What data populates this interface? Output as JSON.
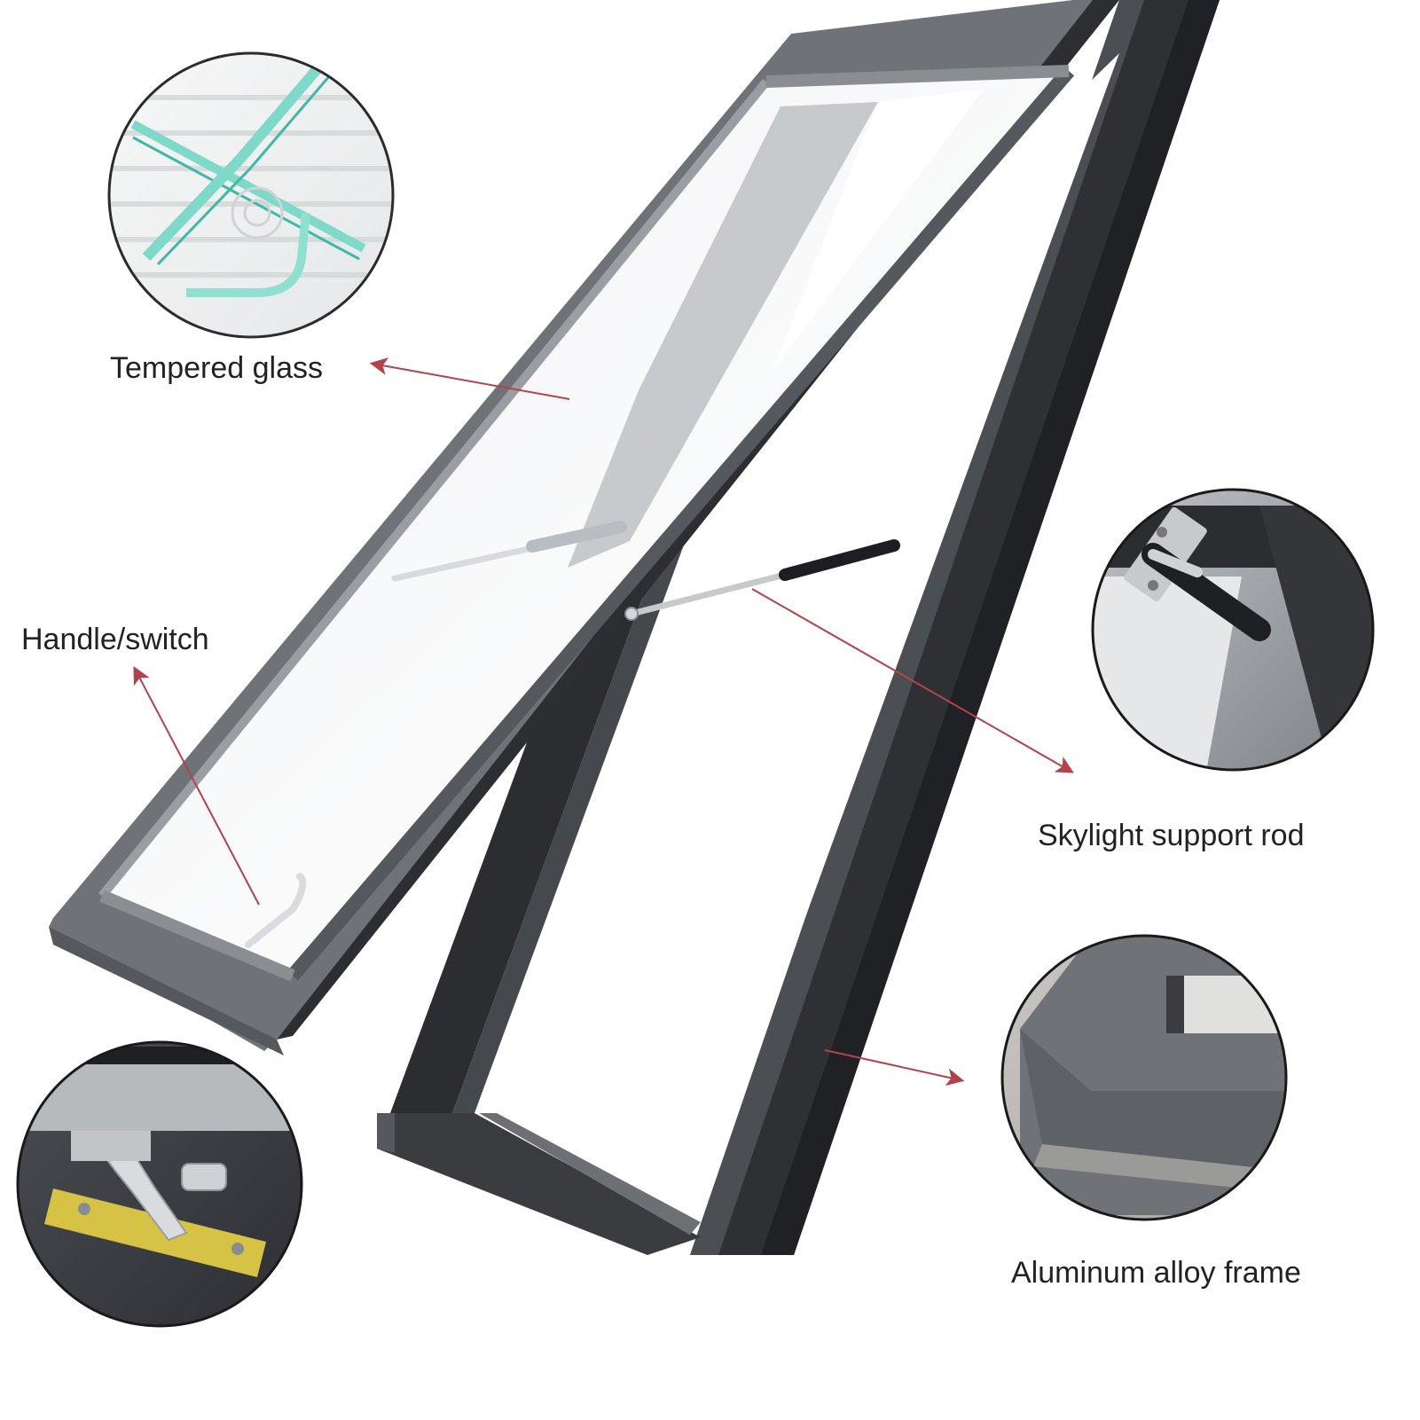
{
  "labels": {
    "tempered_glass": "Tempered glass",
    "handle_switch": "Handle/switch",
    "support_rod": "Skylight support rod",
    "aluminum_frame": "Aluminum alloy frame"
  },
  "icons": {
    "glass_detail": "tempered-glass-closeup-icon",
    "handle_detail": "window-handle-closeup-icon",
    "rod_detail": "support-rod-hinge-closeup-icon",
    "frame_detail": "frame-corner-closeup-icon"
  },
  "colors": {
    "background": "#ffffff",
    "frame_dark": "#2b2d30",
    "frame_mid": "#5e6166",
    "sash_gray": "#7d8085",
    "glass_edge": "#7fd9c8",
    "callout_arrow": "#b3434b",
    "label_text": "#222222"
  }
}
